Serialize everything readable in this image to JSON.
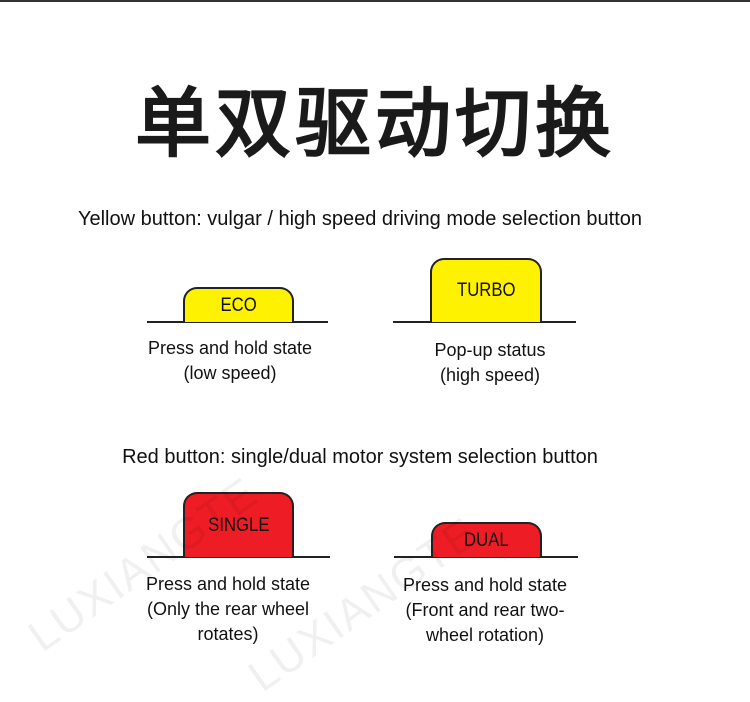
{
  "title": "单双驱动切换",
  "yellow_section": {
    "heading": "Yellow button: vulgar / high speed driving mode selection button",
    "buttons": [
      {
        "label": "ECO",
        "caption": [
          "Press and hold state",
          "(low speed)"
        ],
        "color": "#fff200"
      },
      {
        "label": "TURBO",
        "caption": [
          "Pop-up status",
          "(high speed)"
        ],
        "color": "#fff200"
      }
    ]
  },
  "red_section": {
    "heading": "Red button: single/dual motor system selection button",
    "buttons": [
      {
        "label": "SINGLE",
        "caption": [
          "Press and hold state",
          "(Only the rear wheel",
          "rotates)"
        ],
        "color": "#ee1c25"
      },
      {
        "label": "DUAL",
        "caption": [
          "Press and hold state",
          "(Front and rear two-",
          "wheel rotation)"
        ],
        "color": "#ee1c25"
      }
    ]
  },
  "watermark": "LUXIANGTE"
}
